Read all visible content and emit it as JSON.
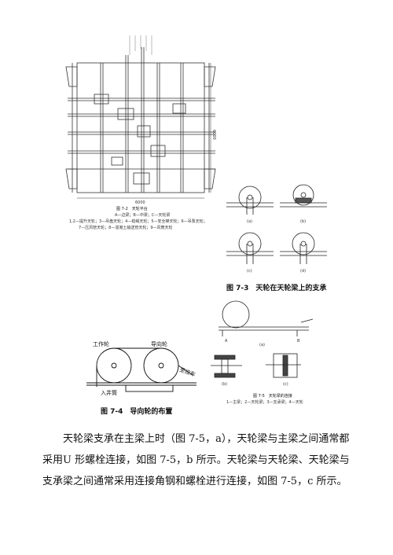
{
  "figure_7_2": {
    "title": "图 7-2　天轮平台",
    "legend_line1": "A—边梁；B—中梁；C—天轮梁",
    "legend_line2": "1,2—提升天轮；3—吊盘天轮；4—稳绳天轮；5—安全梯天轮；6—吊泵天轮；",
    "legend_line3": "7—压风管天轮；8—混凝土输送管天轮；9—风筒天轮",
    "dim_width": "6000",
    "dim_height": "6000"
  },
  "figure_7_3": {
    "caption": "图 7-3　天轮在天轮梁上的支承",
    "subs": [
      "(a)",
      "(b)",
      "(c)",
      "(d)"
    ]
  },
  "figure_7_4": {
    "caption": "图 7-4　导向轮的布置",
    "label_work": "工作轮",
    "label_guide": "导向轮",
    "label_winch": "至绞车",
    "label_shaft": "入井筒"
  },
  "figure_7_5": {
    "caption": "图 7-5　天轮梁的连接",
    "legend": "1—主梁；2—天轮梁；3—支承梁；4—天轮",
    "subs": [
      "(a)",
      "(b)",
      "(c)"
    ]
  },
  "body_text": {
    "line1": "天轮梁支承在主梁上时（图 7-5，a），天轮梁与主梁之间通常都",
    "line2": "采用U 形螺栓连接，如图 7-5，b 所示。天轮梁与天轮梁、天轮梁与",
    "line3": "支承梁之间通常采用连接角钢和螺栓进行连接，如图 7-5，c 所示。"
  }
}
